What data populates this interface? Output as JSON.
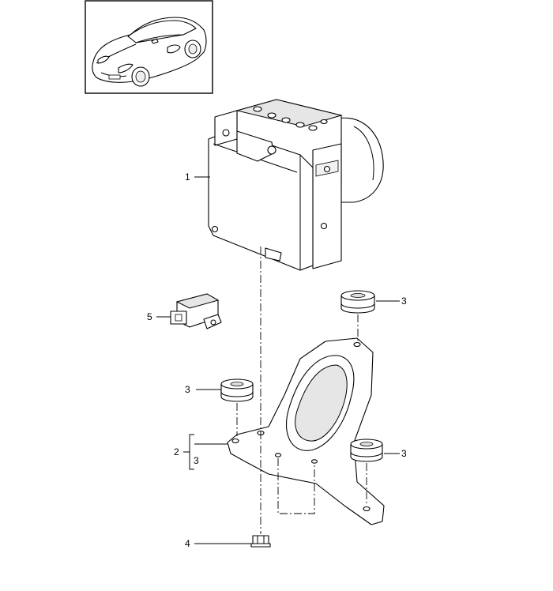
{
  "callouts": [
    {
      "id": "1",
      "label": "1"
    },
    {
      "id": "5",
      "label": "5"
    },
    {
      "id": "3a",
      "label": "3"
    },
    {
      "id": "3b",
      "label": "3"
    },
    {
      "id": "2",
      "label": "2"
    },
    {
      "id": "2sub",
      "label": "3"
    },
    {
      "id": "3c",
      "label": "3"
    },
    {
      "id": "4",
      "label": "4"
    }
  ],
  "colors": {
    "line": "#000000",
    "background": "#ffffff",
    "shade": "#e6e6e6"
  }
}
